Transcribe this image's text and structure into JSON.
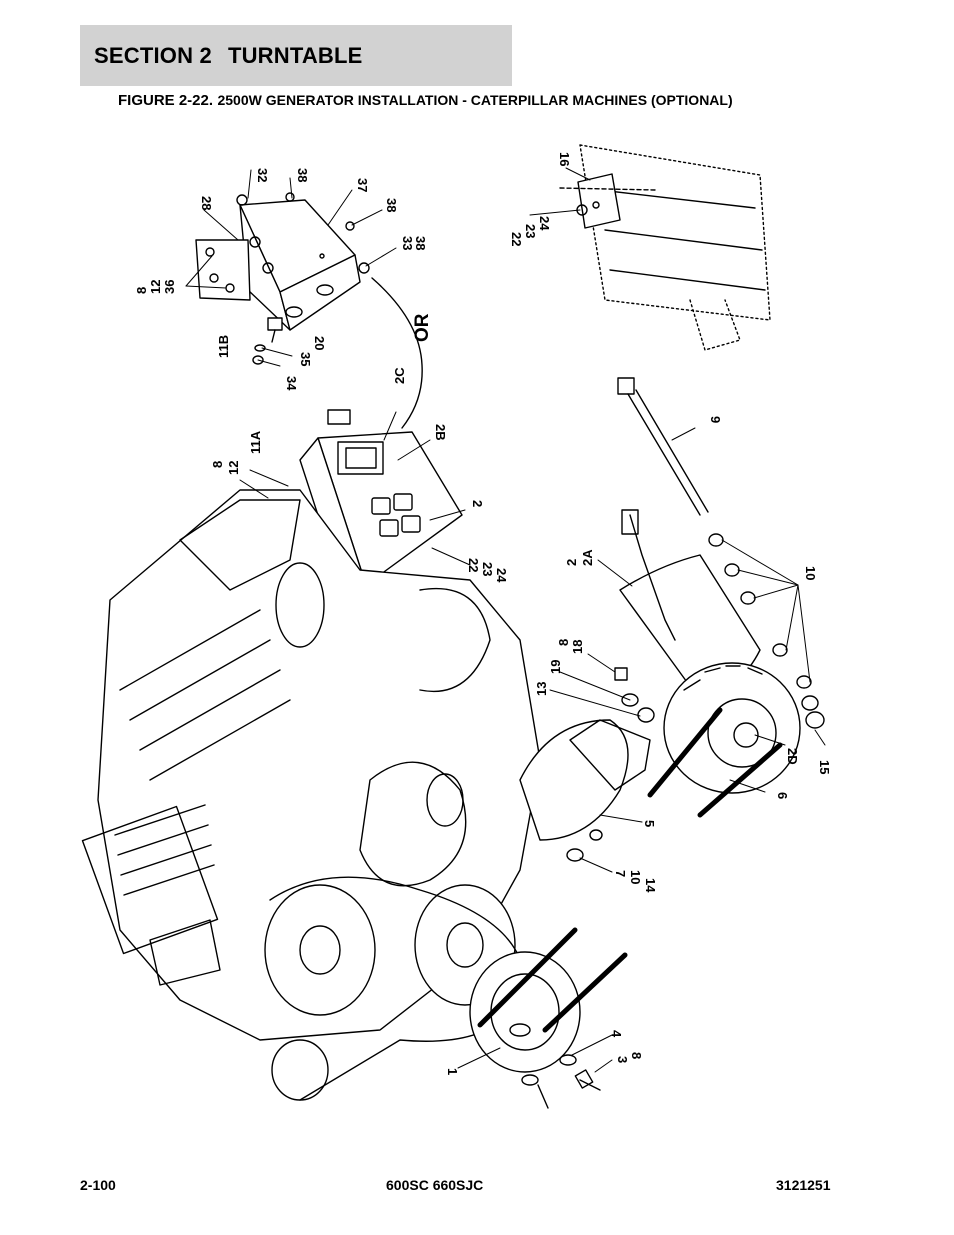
{
  "header": {
    "section": "SECTION 2",
    "title": "TURNTABLE"
  },
  "figure": {
    "label": "FIGURE 2-22.",
    "description": "2500W GENERATOR INSTALLATION - CATERPILLAR MACHINES (OPTIONAL)"
  },
  "callouts": {
    "c32": "32",
    "c38a": "38",
    "c37": "37",
    "c38b": "38",
    "c33": "33",
    "c38c": "38",
    "c28": "28",
    "c8a": "8",
    "c12a": "12",
    "c36": "36",
    "c11b": "11B",
    "c20": "20",
    "c35": "35",
    "c34": "34",
    "or": "OR",
    "c16": "16",
    "c22a": "22",
    "c23a": "23",
    "c24a": "24",
    "c2c": "2C",
    "c2b": "2B",
    "c11a": "11A",
    "c8b": "8",
    "c12b": "12",
    "c2a_top": "2",
    "c22b": "22",
    "c23b": "23",
    "c24b": "24",
    "c9": "9",
    "c2": "2",
    "c2a": "2A",
    "c10a": "10",
    "c8c": "8",
    "c18": "18",
    "c19": "19",
    "c13": "13",
    "c2d": "2D",
    "c15": "15",
    "c6": "6",
    "c5": "5",
    "c7": "7",
    "c10b": "10",
    "c14": "14",
    "c4": "4",
    "c3": "3",
    "c8d": "8",
    "c1": "1"
  },
  "footer": {
    "page": "2-100",
    "models": "600SC 660SJC",
    "doc_number": "3121251"
  }
}
